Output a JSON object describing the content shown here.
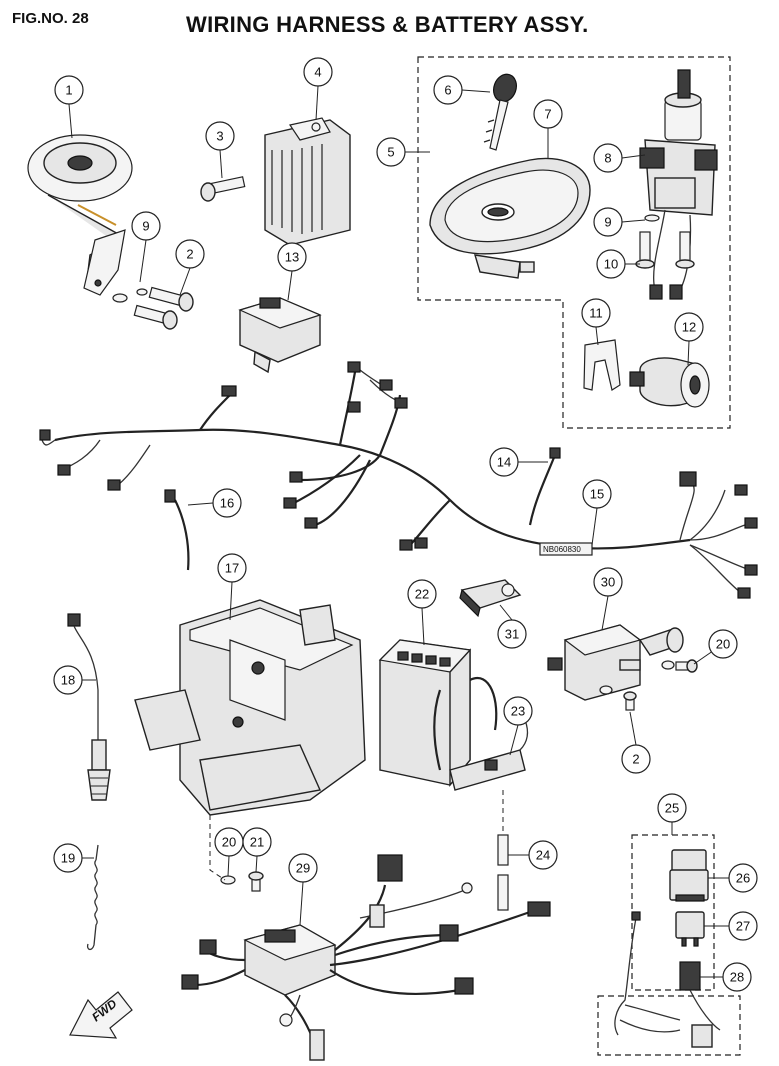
{
  "header": {
    "fig_no": "FIG.NO. 28",
    "title": "WIRING HARNESS & BATTERY ASSY."
  },
  "harness_tag": "NB060830",
  "fwd_label": "FWD",
  "callouts": [
    {
      "n": "1"
    },
    {
      "n": "2"
    },
    {
      "n": "3"
    },
    {
      "n": "4"
    },
    {
      "n": "5"
    },
    {
      "n": "6"
    },
    {
      "n": "7"
    },
    {
      "n": "8"
    },
    {
      "n": "9"
    },
    {
      "n": "9"
    },
    {
      "n": "10"
    },
    {
      "n": "11"
    },
    {
      "n": "12"
    },
    {
      "n": "13"
    },
    {
      "n": "14"
    },
    {
      "n": "15"
    },
    {
      "n": "16"
    },
    {
      "n": "17"
    },
    {
      "n": "18"
    },
    {
      "n": "19"
    },
    {
      "n": "20"
    },
    {
      "n": "20"
    },
    {
      "n": "21"
    },
    {
      "n": "22"
    },
    {
      "n": "23"
    },
    {
      "n": "24"
    },
    {
      "n": "25"
    },
    {
      "n": "26"
    },
    {
      "n": "27"
    },
    {
      "n": "28"
    },
    {
      "n": "29"
    },
    {
      "n": "30"
    },
    {
      "n": "31"
    },
    {
      "n": "2"
    }
  ]
}
